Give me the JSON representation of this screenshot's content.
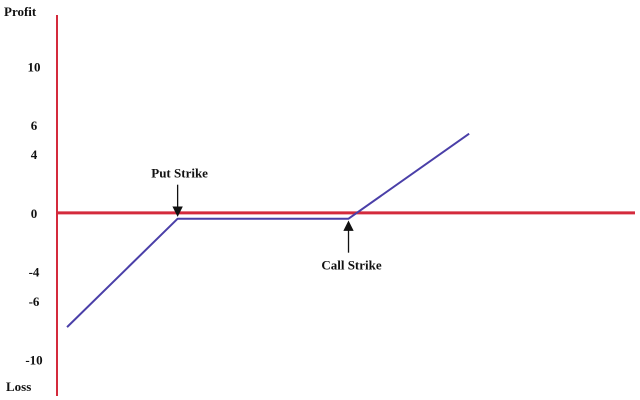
{
  "chart_data": {
    "type": "line",
    "ylabel_top": "Profit",
    "ylabel_bottom": "Loss",
    "y_ticks": [
      10,
      6,
      4,
      0,
      -4,
      -6,
      -10
    ],
    "x": [
      0,
      11,
      28,
      40
    ],
    "series": [
      {
        "values": [
          -7.8,
          -0.4,
          -0.4,
          5.4
        ]
      }
    ],
    "xlim": [
      -1,
      56.5
    ],
    "ylim": [
      -12.5,
      13.5
    ],
    "zero_line": 0,
    "annotations": [
      {
        "text": "Put Strike",
        "x": 11,
        "arrow_from": "above"
      },
      {
        "text": "Call Strike",
        "x": 28,
        "arrow_from": "below"
      }
    ],
    "grid": false,
    "colors": {
      "axes": "#d42a3c",
      "line": "#4a3fa8"
    }
  }
}
